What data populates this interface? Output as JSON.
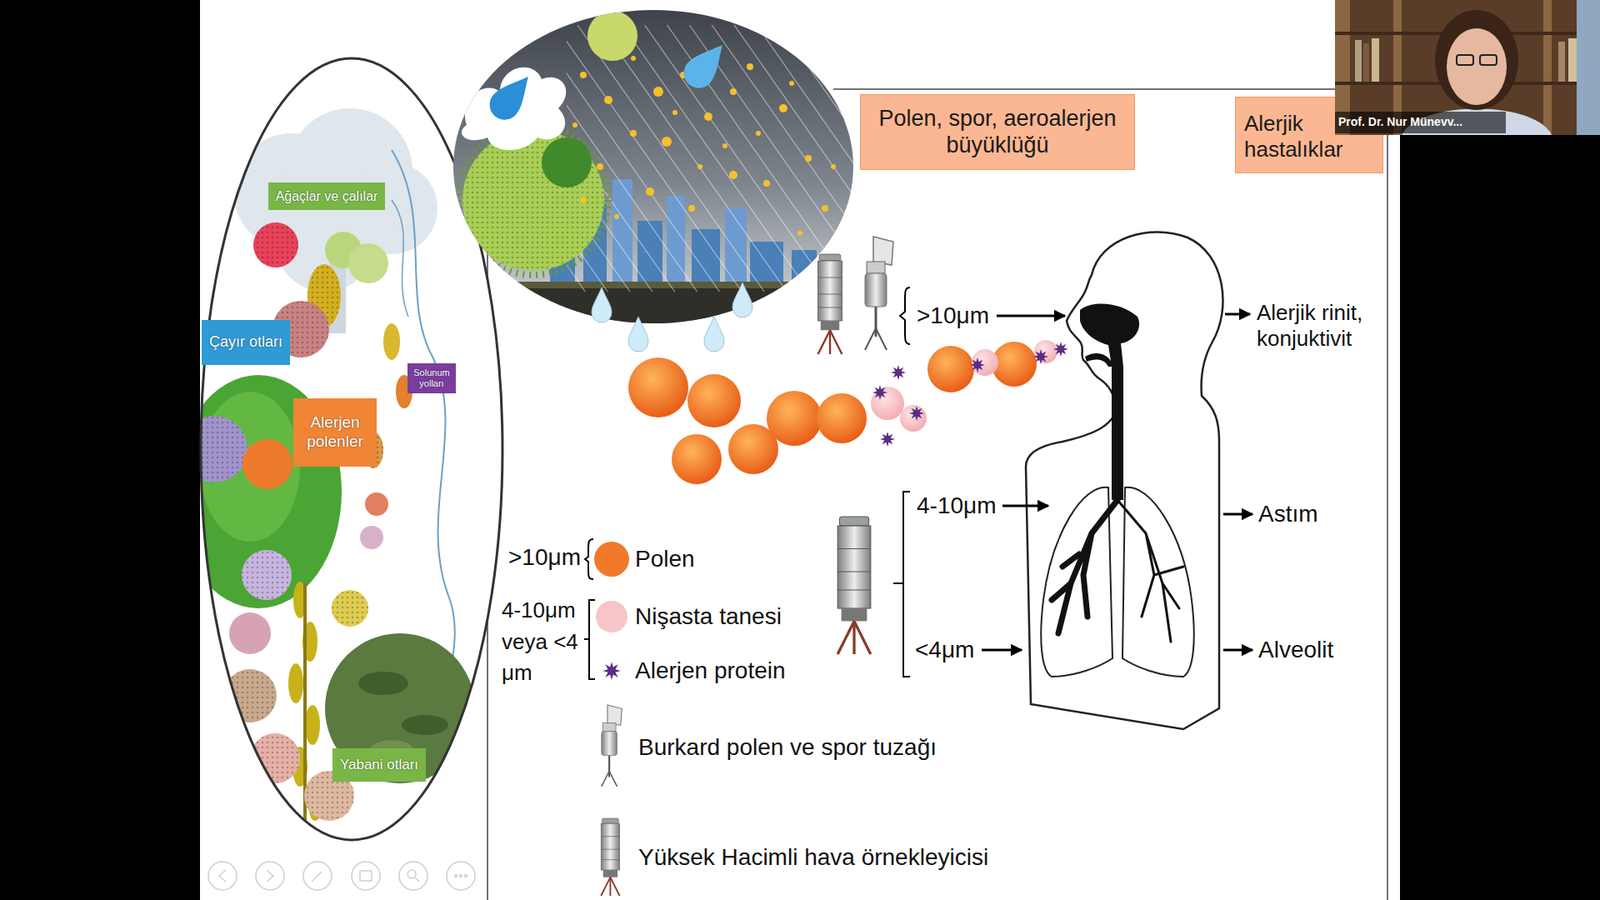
{
  "diagram": {
    "nodes": [
      {
        "text": [
          "Ağaçlar ve çalılar"
        ]
      },
      {
        "text": [
          "Çayır otları"
        ]
      },
      {
        "text": [
          "Solunum yolları"
        ]
      },
      {
        "text": [
          "Alerjen polenler"
        ]
      },
      {
        "text": [
          "Yabani otları"
        ]
      },
      {
        "text": [
          "Polen, spor, aeroalerjen büyüklüğü"
        ]
      },
      {
        "text": [
          "Alerjik hastalıklar"
        ]
      }
    ],
    "labels": [
      ">10μm",
      "4-10μm",
      "<4μm",
      "Alerjik rinit, konjuktivit",
      "Astım",
      "Alveolit",
      ">10μm",
      "4-10μm veya <4 μm",
      "Prof. Dr. Nur Münevv..."
    ],
    "legend": [
      {
        "text": "Polen",
        "color": "#f07a2a"
      },
      {
        "text": "Nişasta tanesi",
        "color": "#f7c5c8"
      },
      {
        "text": "Alerjen protein"
      },
      {
        "text": "Burkard polen ve spor tuzağı"
      },
      {
        "text": "Yüksek Hacimli hava örnekleyicisi"
      }
    ]
  }
}
